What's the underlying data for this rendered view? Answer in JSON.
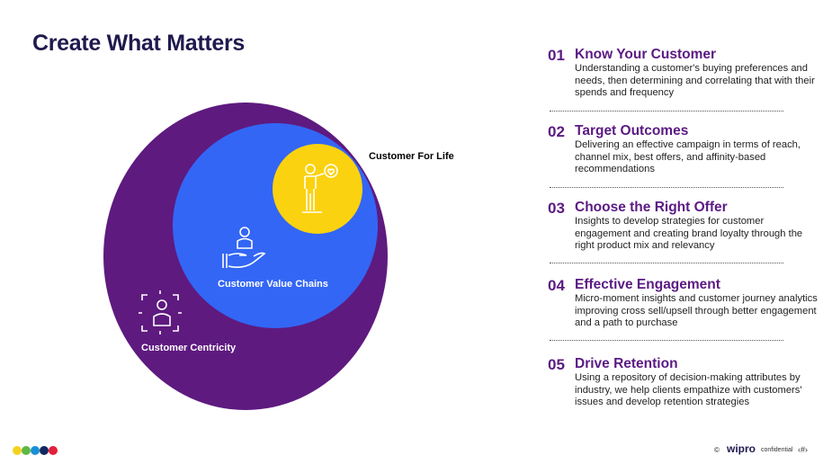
{
  "title": "Create What Matters",
  "diagram": {
    "outer": {
      "label": "Customer Centricity",
      "color": "#5e1a7f"
    },
    "middle": {
      "label": "Customer Value Chains",
      "color": "#3366f5"
    },
    "inner": {
      "label": "Customer For Life",
      "color": "#fbd20f"
    }
  },
  "items": [
    {
      "num": "01",
      "title": "Know Your Customer",
      "desc": "Understanding a customer's buying preferences and needs, then determining and correlating that with their spends and frequency"
    },
    {
      "num": "02",
      "title": "Target Outcomes",
      "desc": "Delivering an effective campaign in terms of reach, channel mix, best offers, and affinity-based recommendations"
    },
    {
      "num": "03",
      "title": "Choose the Right Offer",
      "desc": "Insights to develop strategies for customer engagement and creating brand loyalty through the right product mix and relevancy"
    },
    {
      "num": "04",
      "title": "Effective Engagement",
      "desc": "Micro-moment insights and customer journey analytics improving cross sell/upsell through better engagement and a path to purchase"
    },
    {
      "num": "05",
      "title": "Drive Retention",
      "desc": "Using a repository of decision-making attributes by industry, we help clients empathize with customers' issues and develop retention strategies"
    }
  ],
  "footer": {
    "copyright": "©",
    "brand": "wipro",
    "confidential": "confidential",
    "page": "‹#›",
    "dots": [
      "#f4d21f",
      "#5fb843",
      "#1a8fd6",
      "#13275f",
      "#e41f3a"
    ]
  }
}
